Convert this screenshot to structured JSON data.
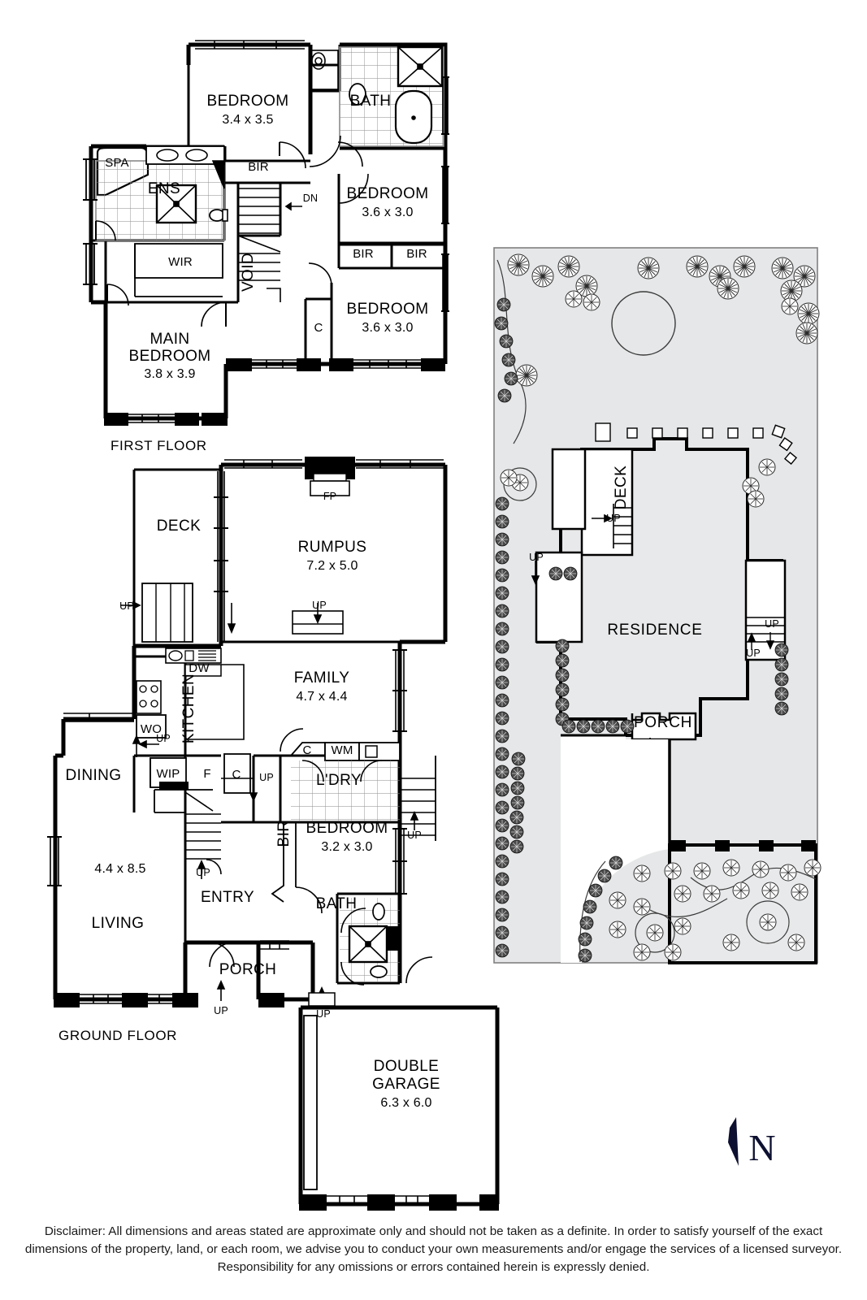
{
  "document": {
    "type": "real-estate-floor-plan",
    "north_arrow_label": "N"
  },
  "floors": [
    {
      "id": "first-floor",
      "title": "FIRST FLOOR",
      "rooms": [
        {
          "name": "BEDROOM",
          "dim": "3.4 x 3.5"
        },
        {
          "name": "BATH",
          "dim": ""
        },
        {
          "name": "BEDROOM",
          "dim": "3.6 x 3.0"
        },
        {
          "name": "BEDROOM",
          "dim": "3.6 x 3.0"
        },
        {
          "name": "MAIN BEDROOM",
          "dim": "3.8 x 3.9"
        },
        {
          "name": "ENS",
          "dim": ""
        },
        {
          "name": "SPA",
          "dim": ""
        },
        {
          "name": "WIR",
          "dim": ""
        },
        {
          "name": "VOID",
          "dim": ""
        }
      ],
      "annotations": [
        "BIR",
        "BIR",
        "BIR",
        "DN",
        "C"
      ]
    },
    {
      "id": "ground-floor",
      "title": "GROUND FLOOR",
      "rooms": [
        {
          "name": "DECK",
          "dim": ""
        },
        {
          "name": "RUMPUS",
          "dim": "7.2 x 5.0"
        },
        {
          "name": "FAMILY",
          "dim": "4.7 x 4.4"
        },
        {
          "name": "KITCHEN",
          "dim": ""
        },
        {
          "name": "DINING",
          "dim": "4.4 x 8.5"
        },
        {
          "name": "LIVING",
          "dim": ""
        },
        {
          "name": "ENTRY",
          "dim": ""
        },
        {
          "name": "PORCH",
          "dim": ""
        },
        {
          "name": "L'DRY",
          "dim": ""
        },
        {
          "name": "BEDROOM",
          "dim": "3.2 x 3.0"
        },
        {
          "name": "BATH",
          "dim": ""
        },
        {
          "name": "DOUBLE GARAGE",
          "dim": "6.3 x 6.0"
        }
      ],
      "annotations": [
        "FP",
        "DW",
        "WO",
        "WIP",
        "F",
        "C",
        "C",
        "C",
        "WM",
        "BIR",
        "UP",
        "UP",
        "UP",
        "UP",
        "UP",
        "UP",
        "UP"
      ]
    }
  ],
  "labels": {
    "first_floor_title": "FIRST FLOOR",
    "ground_floor_title": "GROUND FLOOR",
    "bedroom": "BEDROOM",
    "bedroom_1_dim": "3.4 x 3.5",
    "bedroom_2_dim": "3.6 x 3.0",
    "bedroom_3_dim": "3.6 x 3.0",
    "bedroom_gf_dim": "3.2 x 3.0",
    "bath": "BATH",
    "main": "MAIN",
    "main_bedroom_dim": "3.8 x 3.9",
    "ens": "ENS",
    "spa": "SPA",
    "wir": "WIR",
    "void": "VOID",
    "bir": "BIR",
    "dn": "DN",
    "c": "C",
    "deck": "DECK",
    "rumpus": "RUMPUS",
    "rumpus_dim": "7.2 x 5.0",
    "family": "FAMILY",
    "family_dim": "4.7 x 4.4",
    "kitchen": "KITCHEN",
    "dining": "DINING",
    "dining_dim": "4.4 x 8.5",
    "living": "LIVING",
    "entry": "ENTRY",
    "porch": "PORCH",
    "ldry": "L'DRY",
    "double": "DOUBLE",
    "garage": "GARAGE",
    "garage_dim": "6.3 x 6.0",
    "fp": "FP",
    "dw": "DW",
    "wo": "WO",
    "wip": "WIP",
    "f": "F",
    "wm": "WM",
    "up": "UP",
    "residence": "RESIDENCE",
    "site_deck": "DECK",
    "site_porch": "PORCH",
    "north": "N"
  },
  "site_plan": {
    "title": "RESIDENCE",
    "elements": [
      "DECK",
      "PORCH",
      "UP",
      "UP",
      "UP",
      "UP",
      "UP"
    ],
    "background_color": "#e6e7e8",
    "house_fill": "#e8e9ea"
  },
  "disclaimer": {
    "line1": "Disclaimer: All dimensions and areas stated are approximate only and should not be taken as a definite. In order to satisfy yourself of the exact dimensions",
    "line2": "of the property, land, or each room, we advise you to conduct your own measurements and/or engage the services of a licensed surveyor. Responsibility",
    "line3": "for any omissions or errors contained herein is expressly denied.",
    "full": "Disclaimer: All dimensions and areas stated are approximate only and should not be taken as a definite. In order to satisfy yourself of the exact dimensions of the property, land, or each room, we advise you to conduct your own measurements and/or engage the services of a licensed surveyor. Responsibility for any omissions or errors contained herein is expressly denied."
  },
  "colors": {
    "wall": "#000000",
    "site_background": "#e6e7e8",
    "north_arrow": "#0d1030",
    "paper": "#ffffff"
  }
}
